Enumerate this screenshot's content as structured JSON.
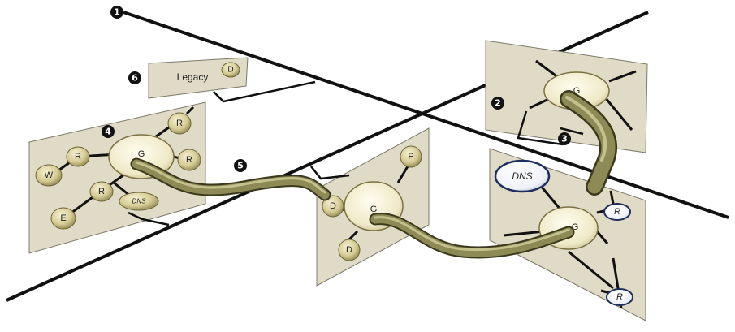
{
  "markers": {
    "m1": "1",
    "m2": "2",
    "m3": "3",
    "m4": "4",
    "m5": "5",
    "m6": "6"
  },
  "legacy_panel": {
    "title": "Legacy",
    "node": "D"
  },
  "panel_left": {
    "gateway": "G",
    "nodes": [
      "W",
      "R",
      "R",
      "R",
      "R",
      "E",
      "DNS"
    ]
  },
  "panel_center": {
    "gateway": "G",
    "nodes": [
      "D",
      "D",
      "P"
    ]
  },
  "panel_top_right": {
    "gateway": "G"
  },
  "panel_bottom_right": {
    "gateway": "G",
    "dns": "DNS",
    "nodes": [
      "R",
      "R"
    ]
  },
  "colors": {
    "panel_fill": "#e0dbc6",
    "node_fill": "#d8cf9a",
    "gateway_fill": "#f4f0d8",
    "tube": "#6b6a3e",
    "line": "#111111",
    "dns_white": "#ffffff",
    "dns_border": "#1d2f5a"
  }
}
